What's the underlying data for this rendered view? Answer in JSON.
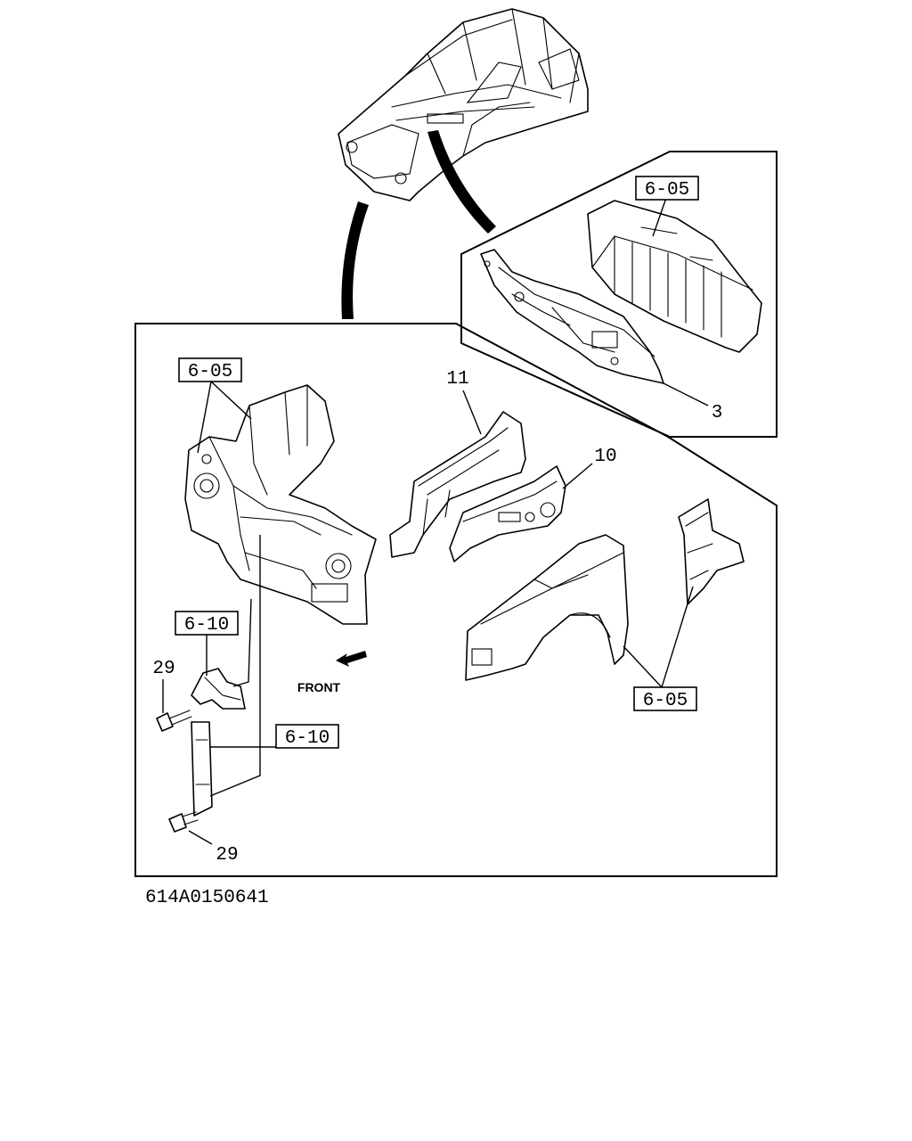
{
  "callouts": {
    "ref_upper_right": "6-05",
    "ref_upper_left": "6-05",
    "ref_lower_right": "6-05",
    "ref_bracket_upper": "6-10",
    "ref_bracket_lower": "6-10",
    "part_3": "3",
    "part_10": "10",
    "part_11": "11",
    "part_29_upper": "29",
    "part_29_lower": "29"
  },
  "front_label": "FRONT",
  "figure_code": "614A0150641"
}
